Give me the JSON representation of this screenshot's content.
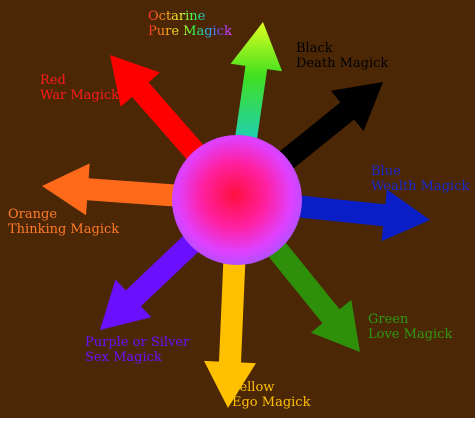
{
  "colors": {
    "background": "#4b2706",
    "red": "#ff0000",
    "black": "#000000",
    "blue": "#0a1ec8",
    "green": "#2e8f0a",
    "yellow": "#ffc000",
    "purple": "#6a10ff",
    "orange": "#ff6a1a",
    "center_inner": "#ff1040",
    "center_outer": "#c040ff"
  },
  "rays": [
    {
      "id": "octarine",
      "color": "octarine",
      "lines": [
        "Octarine",
        "Pure Magick"
      ]
    },
    {
      "id": "black",
      "color": "#000000",
      "label_color": "#000000",
      "lines": [
        "Black",
        "Death Magick"
      ]
    },
    {
      "id": "blue",
      "color": "#0a1ec8",
      "label_color": "#1a2ad0",
      "lines": [
        "Blue",
        "Wealth Magick"
      ]
    },
    {
      "id": "green",
      "color": "#2e8f0a",
      "label_color": "#2e9a10",
      "lines": [
        "Green",
        "Love Magick"
      ]
    },
    {
      "id": "yellow",
      "color": "#ffc000",
      "label_color": "#ffc000",
      "lines": [
        "Yellow",
        "Ego Magick"
      ]
    },
    {
      "id": "purple",
      "color": "#6a10ff",
      "label_color": "#6a10ff",
      "lines": [
        "Purple or Silver",
        "Sex Magick"
      ]
    },
    {
      "id": "orange",
      "color": "#ff6a1a",
      "label_color": "#ff7a2a",
      "lines": [
        "Orange",
        "Thinking Magick"
      ]
    },
    {
      "id": "red",
      "color": "#ff0000",
      "label_color": "#ff1a1a",
      "lines": [
        "Red",
        "War Magick"
      ]
    }
  ]
}
